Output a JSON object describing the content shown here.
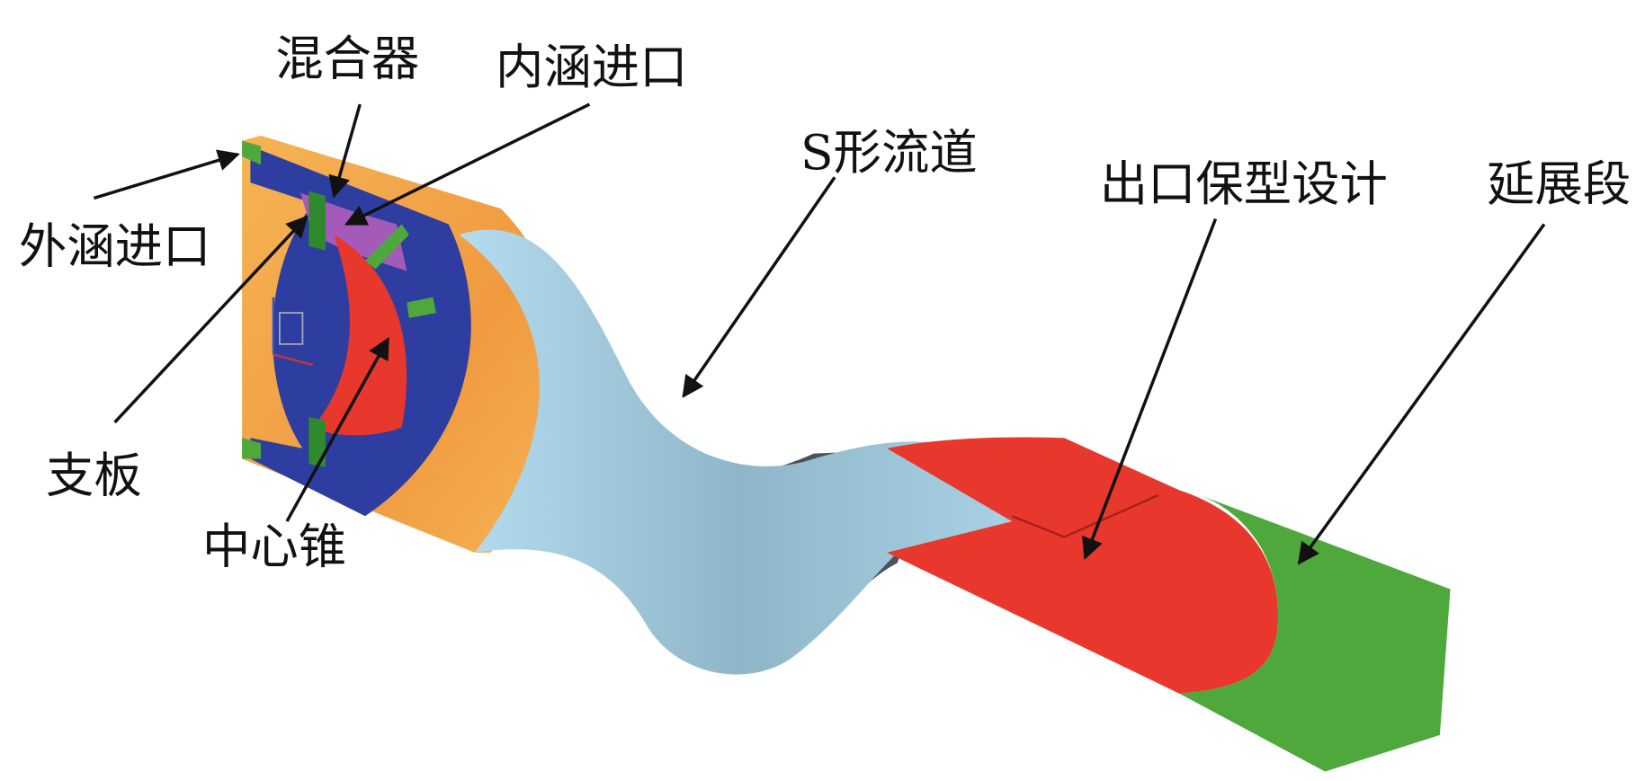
{
  "title": "S形流道排气系统结构示意",
  "labels": {
    "mixer": "混合器",
    "core_inlet": "内涵进口",
    "s_duct": "S形流道",
    "exit_shape": "出口保型设计",
    "extension": "延展段",
    "bypass_inlet": "外涵进口",
    "strut": "支板",
    "center_cone": "中心锥"
  },
  "colors": {
    "casing": "#f2a54a",
    "inner": "#2e3ea0",
    "cone": "#e8372c",
    "duct": "#a9d2e6",
    "duct_shadow": "#4a5358",
    "exit": "#e8372c",
    "extension": "#4fa83c",
    "strut": "#4fa83c",
    "mixer": "#a45ab8"
  }
}
